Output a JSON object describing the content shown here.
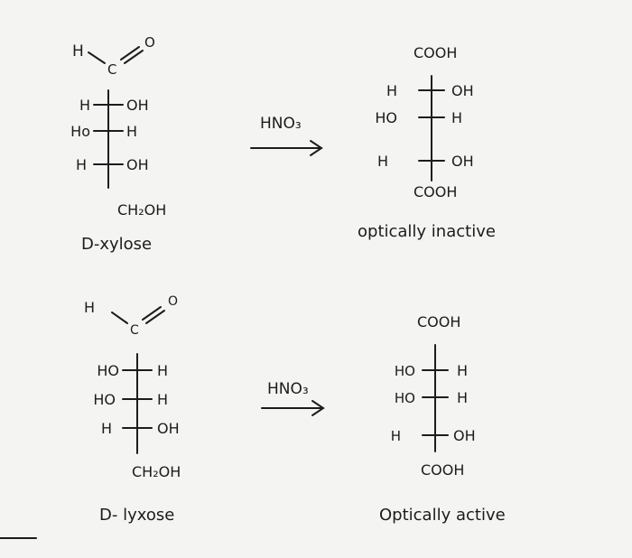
{
  "top": {
    "aldehyde": {
      "h": "H",
      "c": "C",
      "o": "O"
    },
    "sugar": {
      "rows": [
        {
          "left": "H",
          "right": "OH"
        },
        {
          "left": "Ho",
          "right": "H"
        },
        {
          "left": "H",
          "right": "OH"
        }
      ],
      "bottom": "CH₂OH",
      "name": "D-xylose"
    },
    "reagent": "HNO₃",
    "product": {
      "top": "COOH",
      "rows": [
        {
          "left": "H",
          "right": "OH"
        },
        {
          "left": "HO",
          "right": "H"
        },
        {
          "left": "H",
          "right": "OH"
        }
      ],
      "bottom": "COOH",
      "label": "optically inactive"
    }
  },
  "bottom": {
    "aldehyde": {
      "h": "H",
      "c": "C",
      "o": "O"
    },
    "sugar": {
      "rows": [
        {
          "left": "HO",
          "right": "H"
        },
        {
          "left": "HO",
          "right": "H"
        },
        {
          "left": "H",
          "right": "OH"
        }
      ],
      "bottom": "CH₂OH",
      "name": "D- lyxose"
    },
    "reagent": "HNO₃",
    "product": {
      "top": "COOH",
      "rows": [
        {
          "left": "HO",
          "right": "H"
        },
        {
          "left": "HO",
          "right": "H"
        },
        {
          "left": "H",
          "right": "OH"
        }
      ],
      "bottom": "COOH",
      "label": "Optically active"
    }
  }
}
